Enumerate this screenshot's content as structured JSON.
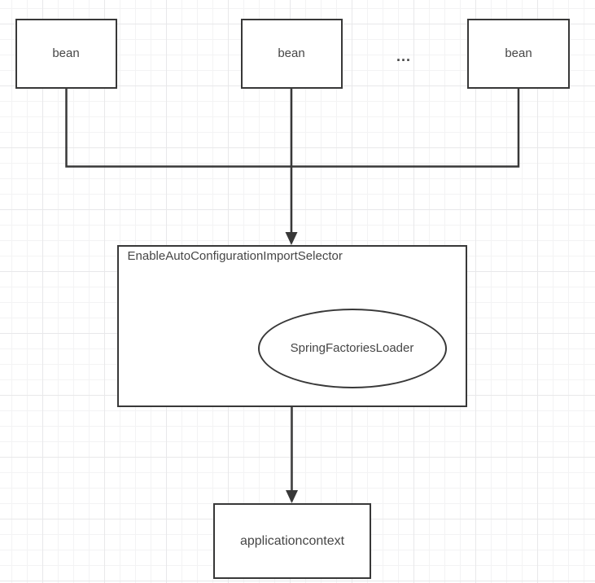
{
  "canvas": {
    "background": "#ffffff",
    "grid_minor": "#f3f3f4",
    "grid_major": "#e8e8ea",
    "line_color": "#383838",
    "text_color": "#464646"
  },
  "nodes": {
    "beans": [
      {
        "label": "bean"
      },
      {
        "label": "bean"
      },
      {
        "label": "bean"
      }
    ],
    "ellipsis": "...",
    "selector": {
      "label": "EnableAutoConfigurationImportSelector"
    },
    "loader": {
      "label": "SpringFactoriesLoader"
    },
    "context": {
      "label": "applicationcontext"
    }
  }
}
